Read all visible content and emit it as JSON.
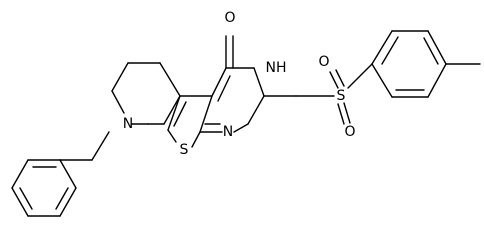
{
  "structure": {
    "atom_labels": {
      "carbonyl_oxygen": "O",
      "amide_nh": "NH",
      "pyrimidine_n": "N",
      "thiophene_s": "S",
      "piperidine_n": "N",
      "sulfone_s": "S",
      "sulfone_o_top": "O",
      "sulfone_o_bottom": "O"
    }
  }
}
